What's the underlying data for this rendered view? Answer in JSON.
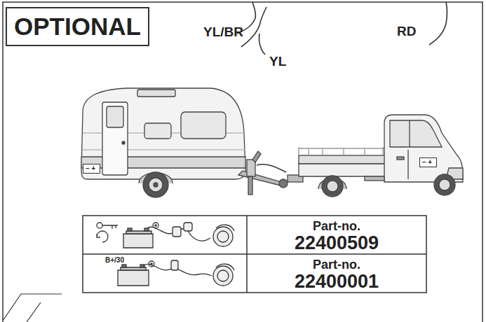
{
  "diagram": {
    "nodes": [
      {
        "text": [
          "OPTIONAL"
        ]
      },
      {
        "text": [
          "– +"
        ]
      },
      {
        "text": [
          "– +"
        ]
      }
    ],
    "labels": [
      "YL/BR",
      "YL",
      "RD",
      "Part-no.",
      "22400509",
      "B+/30",
      "Part-no.",
      "22400001"
    ]
  }
}
